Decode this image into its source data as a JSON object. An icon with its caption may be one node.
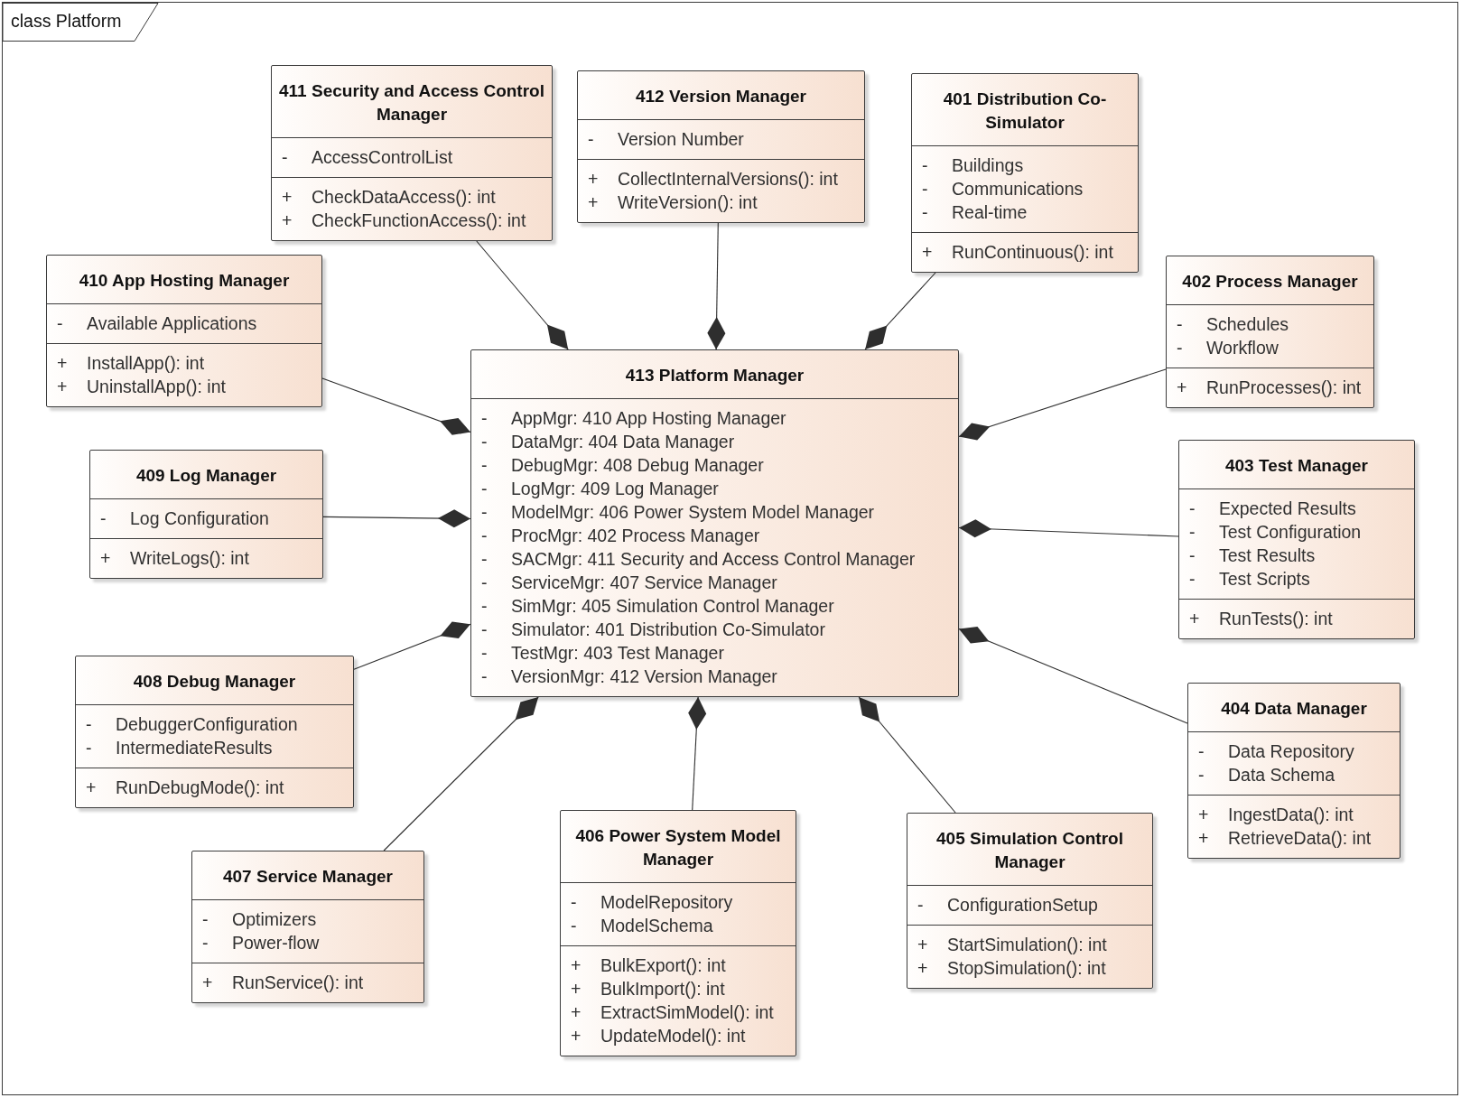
{
  "diagram": {
    "nodes": [
      {
        "text": [
          "class Platform"
        ]
      },
      {
        "text": [
          "411 Security and Access Control Manager",
          "-",
          "AccessControlList",
          "+",
          "CheckDataAccess(): int",
          "+",
          "CheckFunctionAccess(): int"
        ],
        "in": 0
      },
      {
        "text": [
          "412 Version Manager",
          "-",
          "Version Number",
          "+",
          "CollectInternalVersions(): int",
          "+",
          "WriteVersion(): int"
        ],
        "in": 0
      },
      {
        "text": [
          "401 Distribution Co-Simulator",
          "-",
          "Buildings",
          "-",
          "Communications",
          "-",
          "Real-time",
          "+",
          "RunContinuous(): int"
        ],
        "in": 0
      },
      {
        "text": [
          "410 App Hosting Manager",
          "-",
          "Available Applications",
          "+",
          "InstallApp(): int",
          "+",
          "UninstallApp(): int"
        ],
        "in": 0
      },
      {
        "text": [
          "402 Process Manager",
          "-",
          "Schedules",
          "-",
          "Workflow",
          "+",
          "RunProcesses(): int"
        ],
        "in": 0
      },
      {
        "text": [
          "413 Platform Manager",
          "-",
          "AppMgr: 410 App Hosting Manager",
          "-",
          "DataMgr: 404 Data Manager",
          "-",
          "DebugMgr: 408 Debug Manager",
          "-",
          "LogMgr: 409 Log Manager",
          "-",
          "ModelMgr: 406 Power System Model Manager",
          "-",
          "ProcMgr: 402 Process Manager",
          "-",
          "SACMgr: 411 Security and Access Control Manager",
          "-",
          "ServiceMgr: 407 Service Manager",
          "-",
          "SimMgr: 405 Simulation Control Manager",
          "-",
          "Simulator: 401 Distribution Co-Simulator",
          "-",
          "TestMgr: 403 Test Manager",
          "-",
          "VersionMgr: 412 Version Manager"
        ],
        "in": 0
      },
      {
        "text": [
          "409 Log Manager",
          "-",
          "Log Configuration",
          "+",
          "WriteLogs(): int"
        ],
        "in": 0
      },
      {
        "text": [
          "403 Test Manager",
          "-",
          "Expected Results",
          "-",
          "Test Configuration",
          "-",
          "Test Results",
          "-",
          "Test Scripts",
          "+",
          "RunTests(): int"
        ],
        "in": 0
      },
      {
        "text": [
          "408 Debug Manager",
          "-",
          "DebuggerConfiguration",
          "-",
          "IntermediateResults",
          "+",
          "RunDebugMode(): int"
        ],
        "in": 0
      },
      {
        "text": [
          "404 Data Manager",
          "-",
          "Data Repository",
          "-",
          "Data Schema",
          "+",
          "IngestData(): int",
          "+",
          "RetrieveData(): int"
        ],
        "in": 0
      },
      {
        "text": [
          "407 Service Manager",
          "-",
          "Optimizers",
          "-",
          "Power-flow",
          "+",
          "RunService(): int"
        ],
        "in": 0
      },
      {
        "text": [
          "406 Power System Model Manager",
          "-",
          "ModelRepository",
          "-",
          "ModelSchema",
          "+",
          "BulkExport(): int",
          "+",
          "BulkImport(): int",
          "+",
          "ExtractSimModel(): int",
          "+",
          "UpdateModel(): int"
        ],
        "in": 0
      },
      {
        "text": [
          "405 Simulation Control Manager",
          "-",
          "ConfigurationSetup",
          "+",
          "StartSimulation(): int",
          "+",
          "StopSimulation(): int"
        ],
        "in": 0
      }
    ],
    "edges": [
      {
        "from": 1,
        "to": 6,
        "arrow": "other"
      },
      {
        "from": 2,
        "to": 6,
        "arrow": "other"
      },
      {
        "from": 3,
        "to": 6,
        "arrow": "other"
      },
      {
        "from": 4,
        "to": 6,
        "arrow": "other"
      },
      {
        "from": 5,
        "to": 6,
        "arrow": "other"
      },
      {
        "from": 7,
        "to": 6,
        "arrow": "other"
      },
      {
        "from": 8,
        "to": 6,
        "arrow": "other"
      },
      {
        "from": 9,
        "to": 6,
        "arrow": "other"
      },
      {
        "from": 10,
        "to": 6,
        "arrow": "other"
      },
      {
        "from": 11,
        "to": 6,
        "arrow": "other"
      },
      {
        "from": 12,
        "to": 6,
        "arrow": "other"
      },
      {
        "from": 13,
        "to": 6,
        "arrow": "other"
      }
    ]
  }
}
